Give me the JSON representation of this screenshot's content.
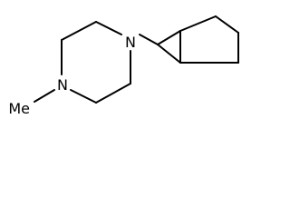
{
  "structure": {
    "atoms": {
      "n_top": "N",
      "n_bottom": "N"
    },
    "groups": {
      "methyl": "Me"
    }
  },
  "colors": {
    "bond": "#000000",
    "label": "#000000",
    "background": "#ffffff"
  }
}
